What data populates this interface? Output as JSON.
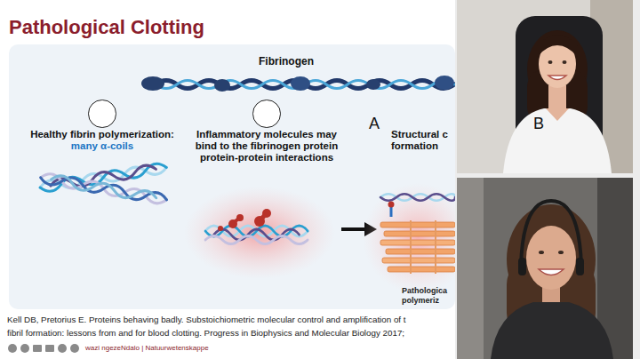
{
  "diagram": {
    "title": "Pathological Clotting",
    "nodes": [
      {
        "text": [
          "Fibrinogen"
        ]
      },
      {
        "text": [
          "A"
        ],
        "in": 0
      },
      {
        "text": [
          "B"
        ],
        "in": 0
      }
    ],
    "labels": [
      "Healthy fibrin polymerization:",
      "many α-coils",
      "Inflammatory molecules may bind to the fibrinogen protein protein-protein interactions",
      "Structural c",
      "formation",
      "Pathologica",
      "polymeriz",
      "Kell DB, Pretorius E. Proteins behaving badly. Substoichiometric molecular control and amplification of t",
      "fibril formation: lessons from and for blood clotting. Progress in Biophysics and Molecular Biology 2017;",
      "wazi ngezeNdalo | Natuurwetenskappe"
    ]
  }
}
